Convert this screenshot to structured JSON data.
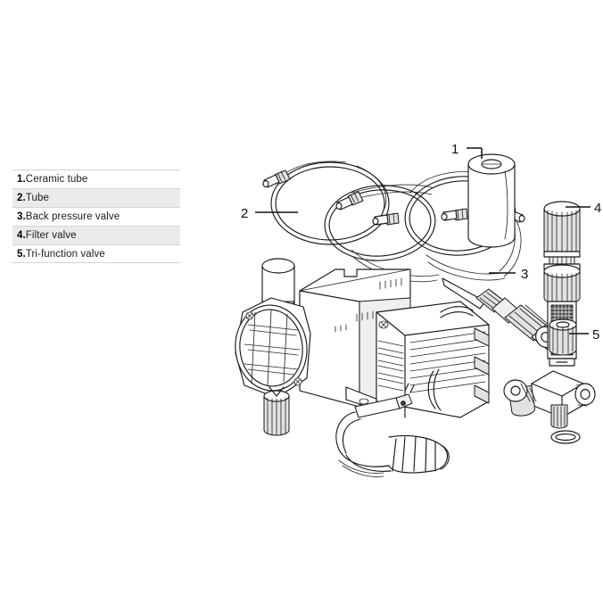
{
  "legend": {
    "name": "parts-list",
    "rows": [
      {
        "num": "1.",
        "label": "Ceramic tube"
      },
      {
        "num": "2.",
        "label": "Tube"
      },
      {
        "num": "3.",
        "label": "Back pressure valve"
      },
      {
        "num": "4.",
        "label": "Filter valve"
      },
      {
        "num": "5.",
        "label": "Tri-function valve"
      }
    ]
  },
  "diagram": {
    "title": "Metering pump exploded parts diagram",
    "callouts": [
      {
        "id": "1",
        "label": "1",
        "target": "ceramic-tube"
      },
      {
        "id": "2",
        "label": "2",
        "target": "tube-coils"
      },
      {
        "id": "3",
        "label": "3",
        "target": "back-pressure-valve"
      },
      {
        "id": "4",
        "label": "4",
        "target": "filter-valve"
      },
      {
        "id": "5",
        "label": "5",
        "target": "tri-function-valve"
      }
    ],
    "parts": [
      {
        "name": "ceramic-tube"
      },
      {
        "name": "tube-coils"
      },
      {
        "name": "pump-body"
      },
      {
        "name": "pump-head"
      },
      {
        "name": "motor"
      },
      {
        "name": "power-cord"
      },
      {
        "name": "back-pressure-valve"
      },
      {
        "name": "filter-valve"
      },
      {
        "name": "tri-function-valve"
      },
      {
        "name": "o-ring"
      }
    ]
  },
  "colors": {
    "background": "#ffffff",
    "line": "#1a1a1a",
    "row_alt": "#ebebeb",
    "row_border": "#d3d3d3",
    "shade": "#e2e2e2"
  }
}
